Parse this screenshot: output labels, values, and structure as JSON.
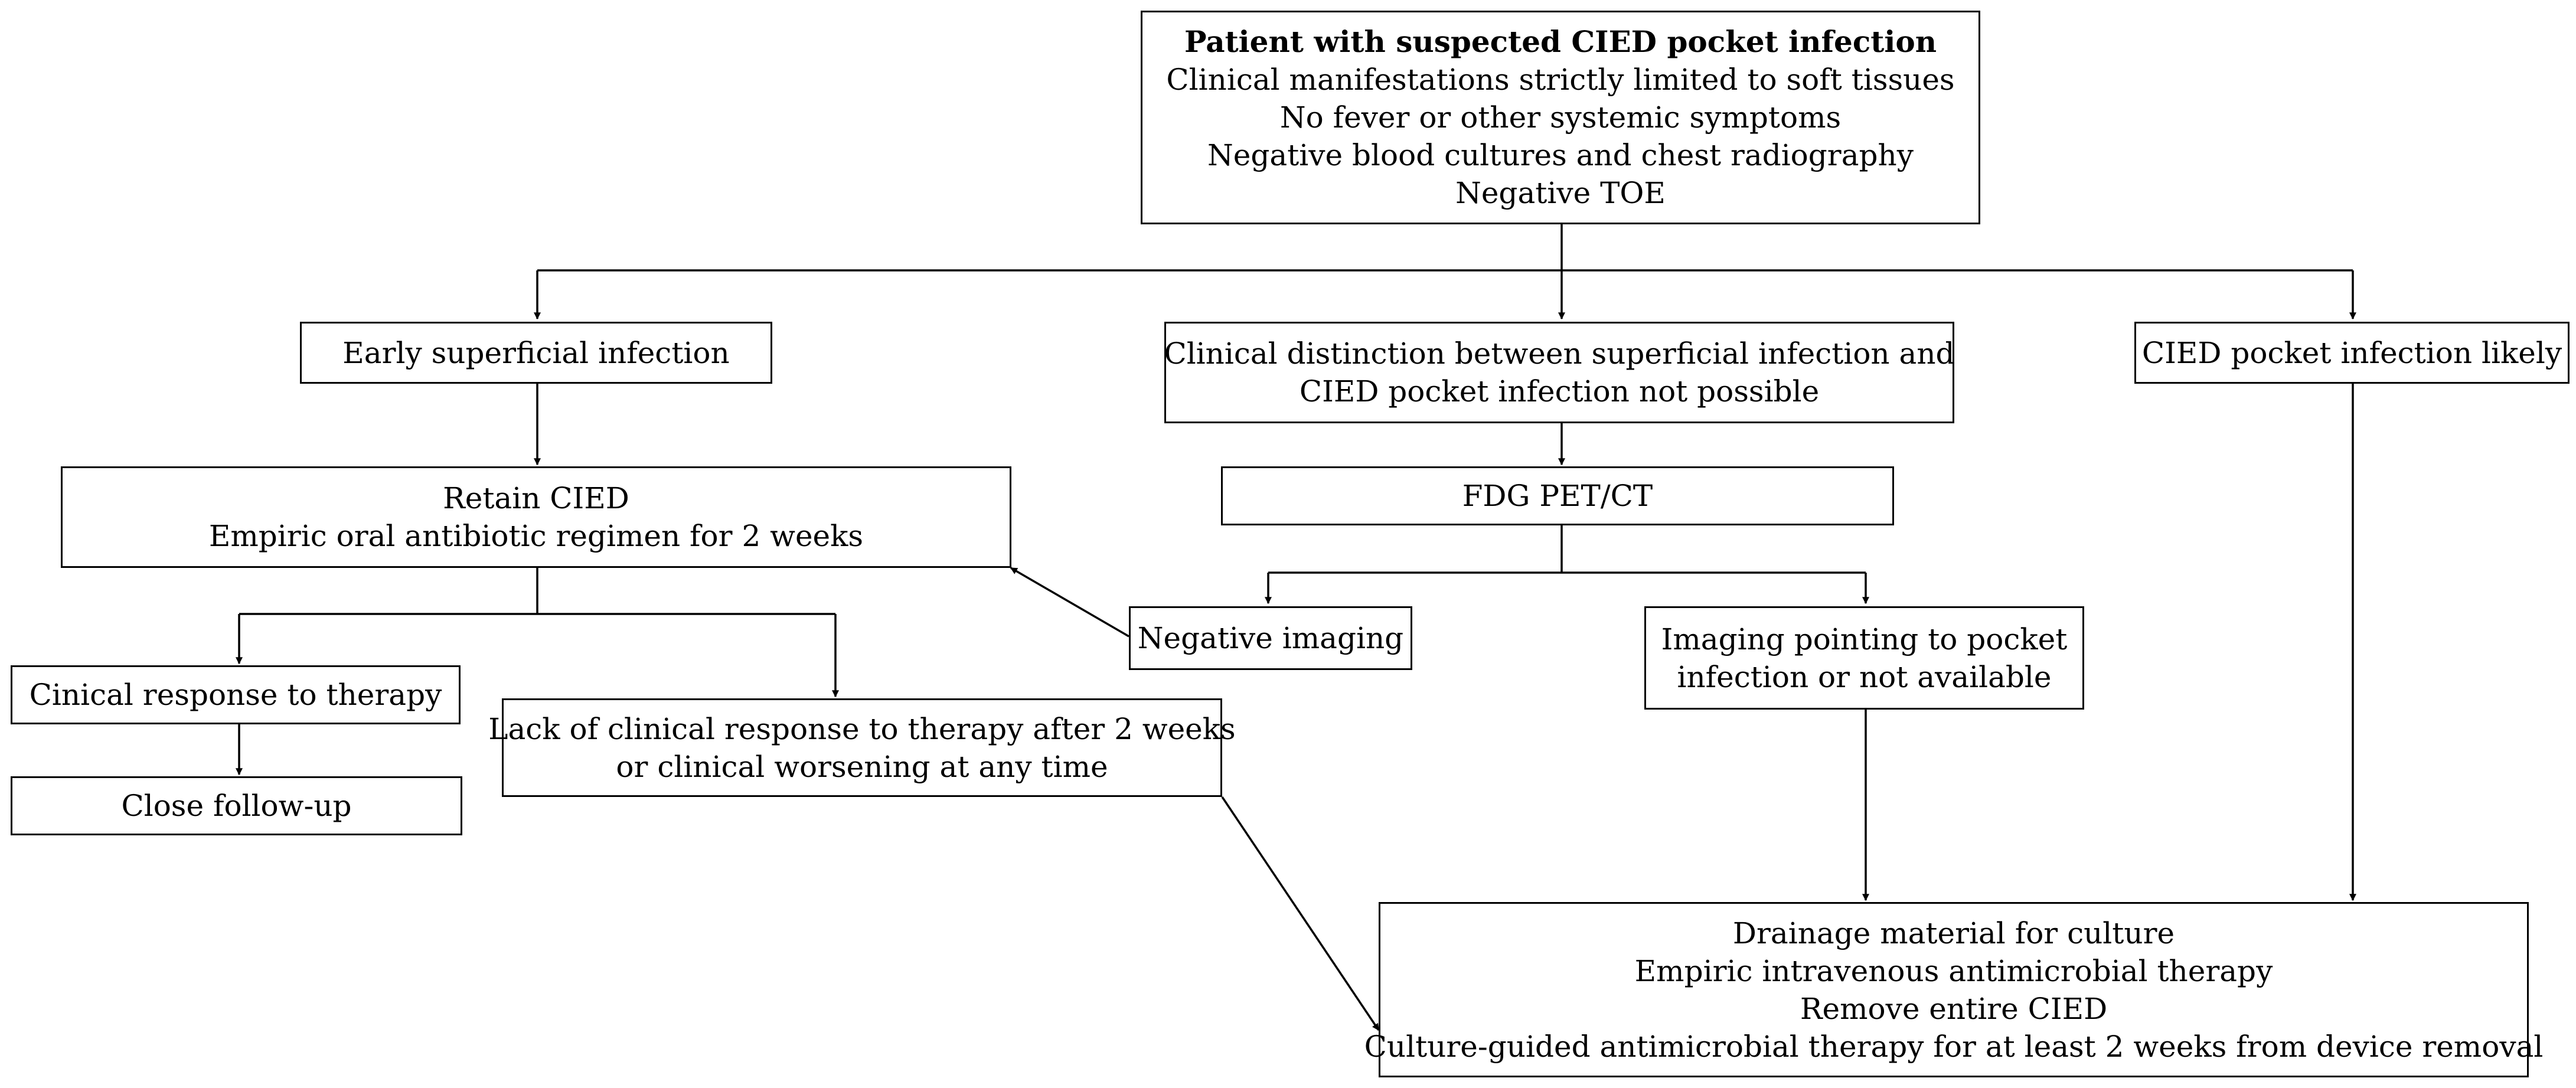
{
  "nodes": {
    "start": {
      "title": "Patient with suspected CIED pocket infection",
      "lines": [
        "Clinical manifestations strictly limited to soft tissues",
        "No fever or other systemic symptoms",
        "Negative blood cultures and chest radiography",
        "Negative TOE"
      ]
    },
    "early_superficial": {
      "lines": [
        "Early superficial infection"
      ]
    },
    "distinction": {
      "lines": [
        "Clinical distinction between superficial infection and",
        "CIED pocket infection not possible"
      ]
    },
    "pocket_likely": {
      "lines": [
        "CIED pocket infection likely"
      ]
    },
    "retain": {
      "lines": [
        "Retain CIED",
        "Empiric oral antibiotic regimen for 2 weeks"
      ]
    },
    "fdg": {
      "lines": [
        "FDG PET/CT"
      ]
    },
    "negative_imaging": {
      "lines": [
        "Negative imaging"
      ]
    },
    "imaging_positive": {
      "lines": [
        "Imaging pointing to pocket",
        "infection or not available"
      ]
    },
    "clinical_response": {
      "lines": [
        "Cinical response to therapy"
      ]
    },
    "lack_response": {
      "lines": [
        "Lack of clinical response to therapy after 2 weeks",
        "or clinical worsening at any time"
      ]
    },
    "close_followup": {
      "lines": [
        "Close follow-up"
      ]
    },
    "drainage": {
      "lines": [
        "Drainage material for culture",
        "Empiric intravenous antimicrobial therapy",
        "Remove entire CIED",
        "Culture-guided antimicrobial therapy for at least 2 weeks from device removal"
      ]
    }
  },
  "edges": [
    {
      "from": "start",
      "to": "early_superficial"
    },
    {
      "from": "start",
      "to": "distinction"
    },
    {
      "from": "start",
      "to": "pocket_likely"
    },
    {
      "from": "early_superficial",
      "to": "retain"
    },
    {
      "from": "distinction",
      "to": "fdg"
    },
    {
      "from": "fdg",
      "to": "negative_imaging"
    },
    {
      "from": "fdg",
      "to": "imaging_positive"
    },
    {
      "from": "negative_imaging",
      "to": "retain"
    },
    {
      "from": "retain",
      "to": "clinical_response"
    },
    {
      "from": "retain",
      "to": "lack_response"
    },
    {
      "from": "clinical_response",
      "to": "close_followup"
    },
    {
      "from": "lack_response",
      "to": "drainage"
    },
    {
      "from": "imaging_positive",
      "to": "drainage"
    },
    {
      "from": "pocket_likely",
      "to": "drainage"
    }
  ]
}
